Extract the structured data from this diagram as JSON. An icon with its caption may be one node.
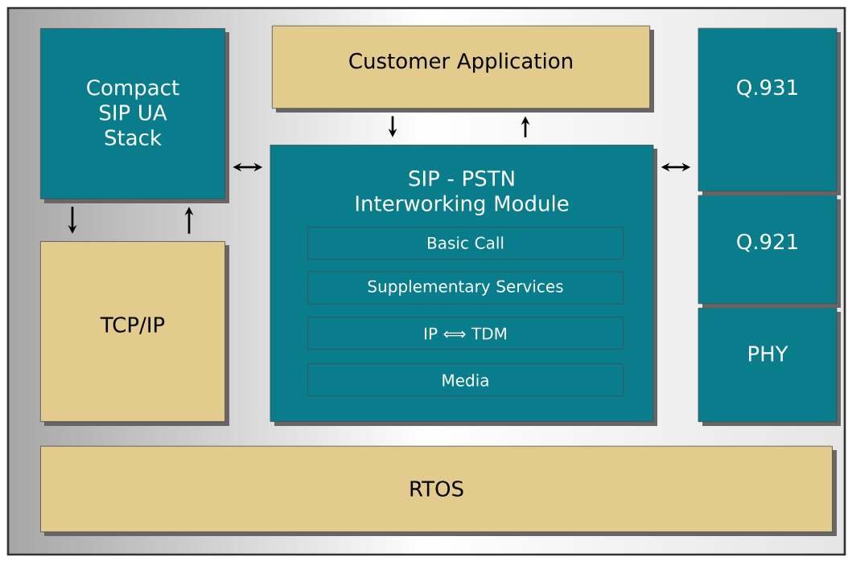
{
  "diagram": {
    "nodes": [
      {
        "text": [
          "Compact SIP UA Stack"
        ]
      },
      {
        "text": [
          "Customer Application"
        ]
      },
      {
        "text": [
          "Q.931"
        ]
      },
      {
        "text": [
          "TCP/IP"
        ]
      },
      {
        "text": [
          "SIP - PSTN Interworking Module"
        ]
      },
      {
        "text": [
          "Basic Call"
        ],
        "in": 4
      },
      {
        "text": [
          "Supplementary Services"
        ],
        "in": 4
      },
      {
        "text": [
          "IP ⟺ TDM"
        ],
        "in": 4
      },
      {
        "text": [
          "Media"
        ],
        "in": 4
      },
      {
        "text": [
          "Q.921"
        ]
      },
      {
        "text": [
          "PHY"
        ]
      },
      {
        "text": [
          "RTOS"
        ]
      }
    ],
    "edges": [
      {
        "from": 0,
        "to": 3,
        "arrow": "to"
      },
      {
        "from": 3,
        "to": 0,
        "arrow": "to"
      },
      {
        "from": 1,
        "to": 4,
        "arrow": "to"
      },
      {
        "from": 4,
        "to": 1,
        "arrow": "to"
      },
      {
        "from": 0,
        "to": 4,
        "arrow": "both"
      },
      {
        "from": 4,
        "to": 2,
        "arrow": "both"
      }
    ]
  }
}
